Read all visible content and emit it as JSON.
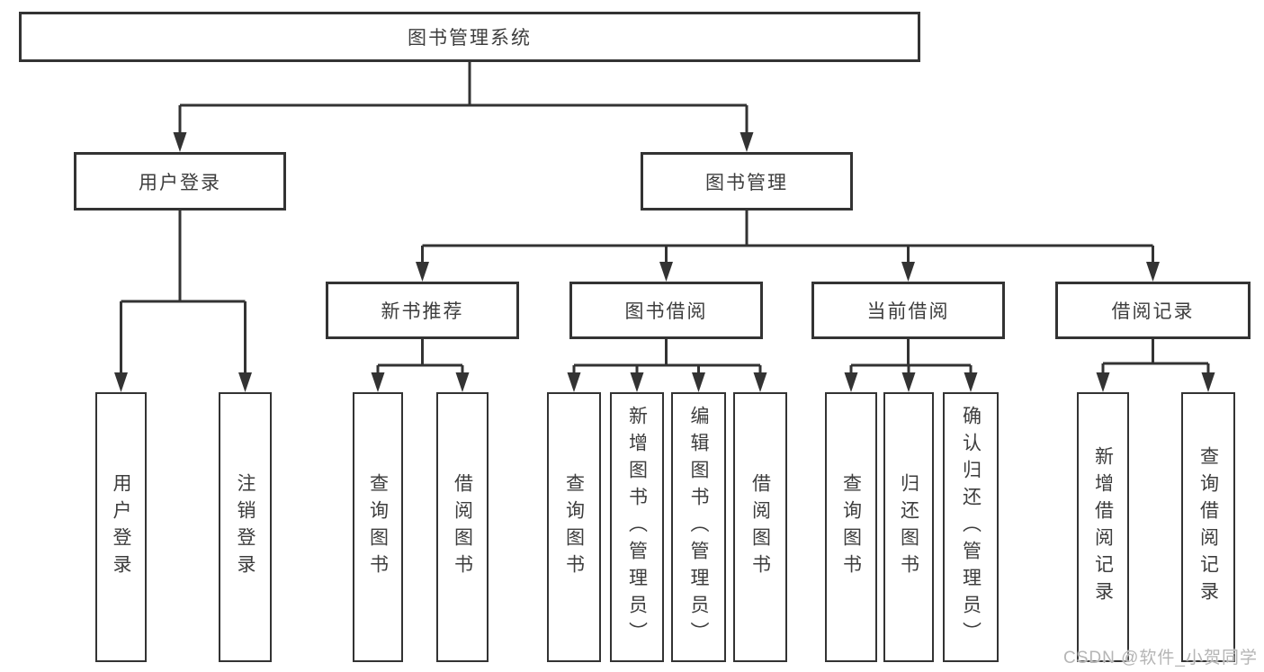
{
  "tree": {
    "root": "图书管理系统",
    "branches": {
      "user_login": {
        "label": "用户登录",
        "children": [
          "用户登录",
          "注销登录"
        ]
      },
      "book_management": {
        "label": "图书管理",
        "children": {
          "new_book_recommend": {
            "label": "新书推荐",
            "children": [
              "查询图书",
              "借阅图书"
            ]
          },
          "book_borrow": {
            "label": "图书借阅",
            "children": [
              "查询图书",
              "新增图书（管理员）",
              "编辑图书（管理员）",
              "借阅图书"
            ]
          },
          "current_borrow": {
            "label": "当前借阅",
            "children": [
              "查询图书",
              "归还图书",
              "确认归还（管理员）"
            ]
          },
          "borrow_record": {
            "label": "借阅记录",
            "children": [
              "新增借阅记录",
              "查询借阅记录"
            ]
          }
        }
      }
    }
  },
  "watermark": "CSDN @软件_小贺同学",
  "colors": {
    "line": "#333333",
    "box_border": "#333333",
    "text": "#3d3d3d",
    "watermark": "#b5b5b5",
    "background": "#ffffff"
  }
}
